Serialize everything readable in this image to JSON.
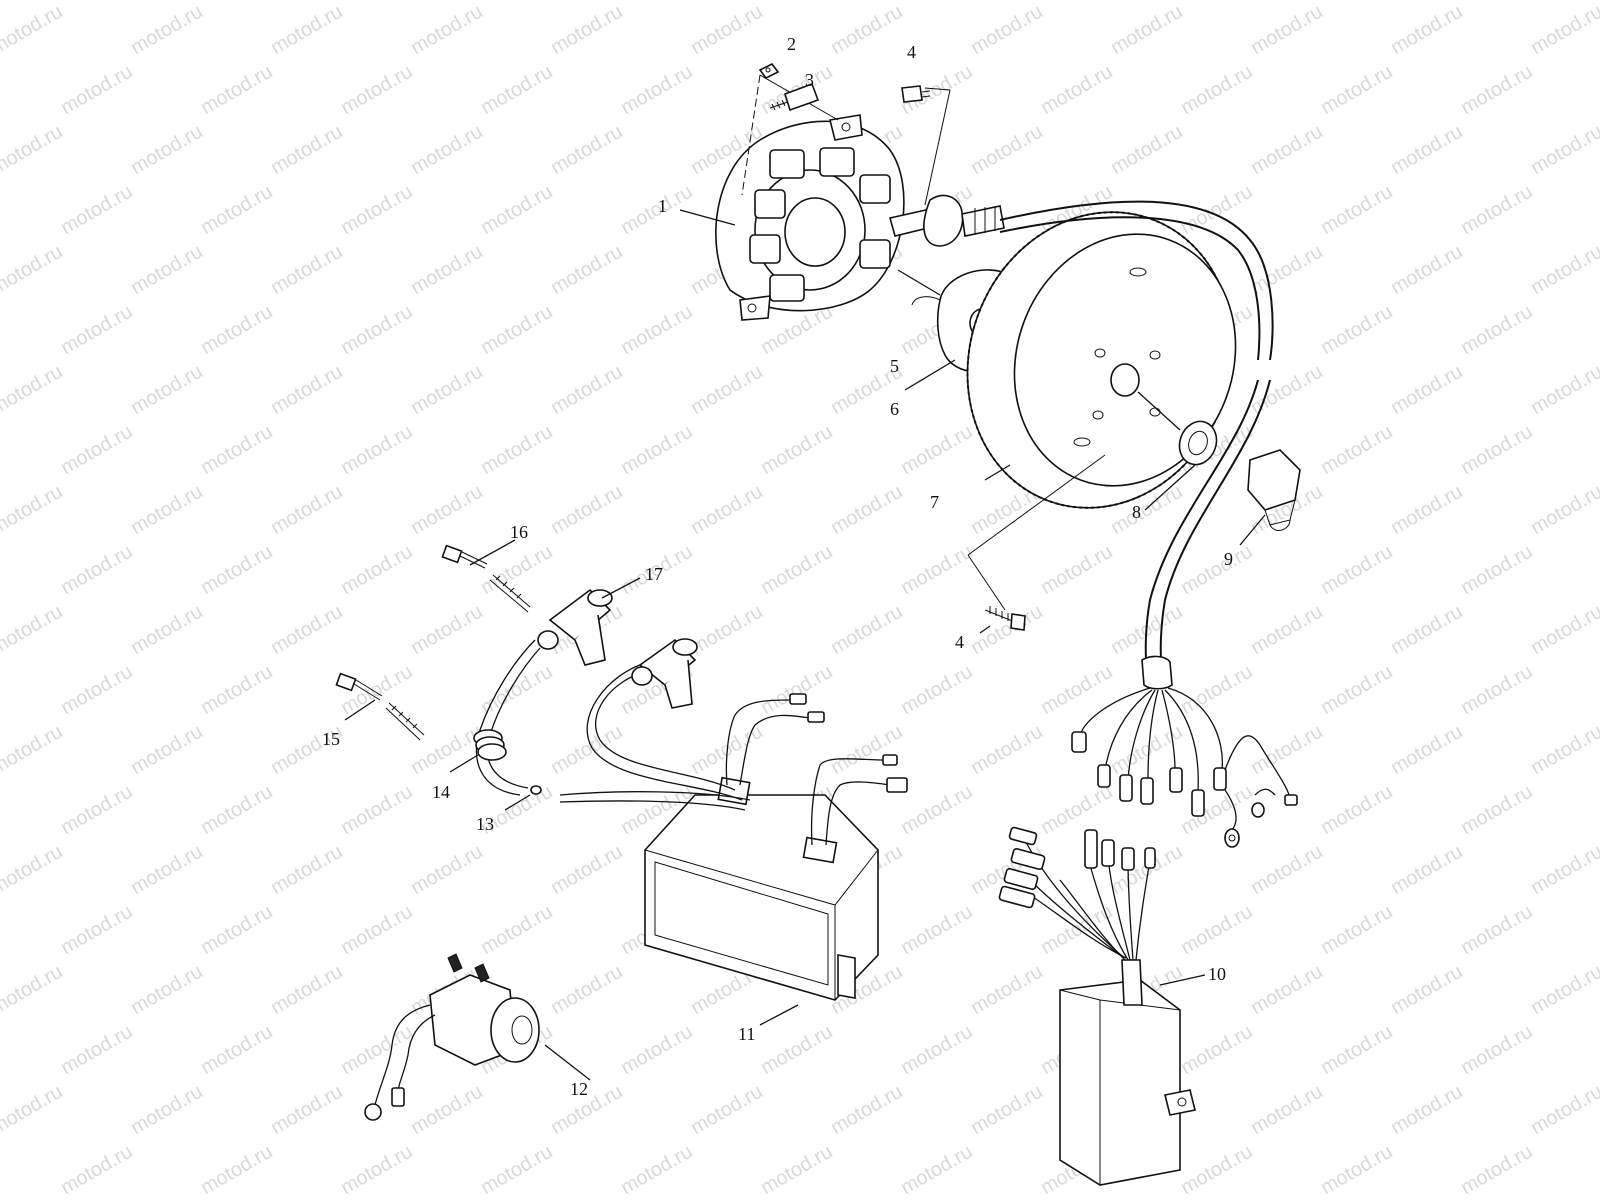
{
  "watermark": {
    "text": "motod.ru"
  },
  "callouts": [
    {
      "id": "c1",
      "label": "1"
    },
    {
      "id": "c2",
      "label": "2"
    },
    {
      "id": "c3",
      "label": "3"
    },
    {
      "id": "c4a",
      "label": "4"
    },
    {
      "id": "c4b",
      "label": "4"
    },
    {
      "id": "c5",
      "label": "5"
    },
    {
      "id": "c6",
      "label": "6"
    },
    {
      "id": "c7",
      "label": "7"
    },
    {
      "id": "c8",
      "label": "8"
    },
    {
      "id": "c9",
      "label": "9"
    },
    {
      "id": "c10",
      "label": "10"
    },
    {
      "id": "c11",
      "label": "11"
    },
    {
      "id": "c12",
      "label": "12"
    },
    {
      "id": "c13",
      "label": "13"
    },
    {
      "id": "c14",
      "label": "14"
    },
    {
      "id": "c15",
      "label": "15"
    },
    {
      "id": "c16",
      "label": "16"
    },
    {
      "id": "c17",
      "label": "17"
    }
  ],
  "colors": {
    "ink": "#111111",
    "watermark": "#d8d8d8",
    "paper": "#ffffff"
  }
}
